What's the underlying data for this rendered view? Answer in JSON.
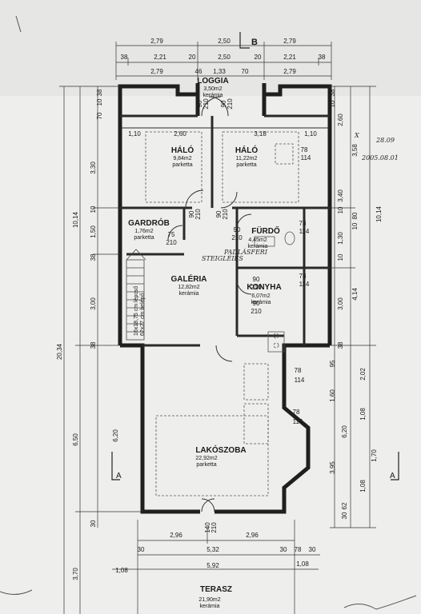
{
  "rooms": [
    {
      "name": "LOGGIA",
      "area": "3,50m2",
      "floor": "kerámia"
    },
    {
      "name": "HÁLÓ",
      "area": "9,84m2",
      "floor": "parketta"
    },
    {
      "name": "HÁLÓ",
      "area": "11,22m2",
      "floor": "parketta"
    },
    {
      "name": "GARDRÓB",
      "area": "1,76m2",
      "floor": "parketta"
    },
    {
      "name": "FÜRDŐ",
      "area": "4,45m2",
      "floor": "kerámia"
    },
    {
      "name": "GALÉRIA",
      "area": "12,82m2",
      "floor": "kerámia"
    },
    {
      "name": "KONYHA",
      "area": "6,07m2",
      "floor": "kerámia"
    },
    {
      "name": "LAKÓSZOBA",
      "area": "22,92m2",
      "floor": "parketta"
    },
    {
      "name": "TERASZ",
      "area": "21,90m2",
      "floor": "kerámia"
    }
  ],
  "section_marks": {
    "b": "B",
    "a_left": "A",
    "a_right": "A"
  },
  "top_dims": {
    "row1": [
      "2,79",
      "2,50",
      "2,79"
    ],
    "row2": [
      "38",
      "2,21",
      "20",
      "2,50",
      "20",
      "2,21",
      "38"
    ],
    "row3": [
      "2,79",
      "46",
      "1,33",
      "70",
      "2,79"
    ]
  },
  "bottom_dims": {
    "row1": [
      "2,96",
      "2,96"
    ],
    "row2": [
      "30",
      "5,32",
      "30",
      "78",
      "30"
    ],
    "row3": [
      "1,08",
      "5,92",
      "1,08"
    ]
  },
  "left_dims": {
    "outer": [
      "20,34"
    ],
    "mid": [
      "10,14",
      "6,50",
      "3,70"
    ],
    "inner": [
      "3,30",
      "10",
      "1,50",
      "38",
      "3,00",
      "38",
      "6,20",
      "30"
    ],
    "top": [
      "70",
      "10",
      "38"
    ]
  },
  "right_dims": {
    "outer": [
      "10,14"
    ],
    "mid": [
      "3,58",
      "3,40",
      "4,14",
      "1,70"
    ],
    "inner": [
      "2,60",
      "10",
      "80",
      "10",
      "1,30",
      "10",
      "3,00",
      "38",
      "95",
      "1,60",
      "6,20",
      "3,95",
      "30",
      "62"
    ],
    "outer2": [
      "2,02",
      "1,08",
      "1,08"
    ],
    "top": [
      "10",
      "38"
    ]
  },
  "interior_dims": [
    "1,10",
    "2,60",
    "3,18",
    "1,10",
    "90",
    "210",
    "90",
    "210",
    "75",
    "210",
    "90",
    "210",
    "90",
    "210",
    "90",
    "210",
    "90",
    "210",
    "90",
    "210",
    "78",
    "114",
    "78",
    "114",
    "78",
    "114",
    "78",
    "114",
    "78",
    "114",
    "140",
    "210"
  ],
  "stair_text": [
    "16x18,75 cm lépcső",
    "62x27 cm belépő"
  ],
  "handwritten": [
    "PADLÁSFERI",
    "STEIGLÉIES",
    "28.09",
    "2005.08.01",
    "X"
  ]
}
